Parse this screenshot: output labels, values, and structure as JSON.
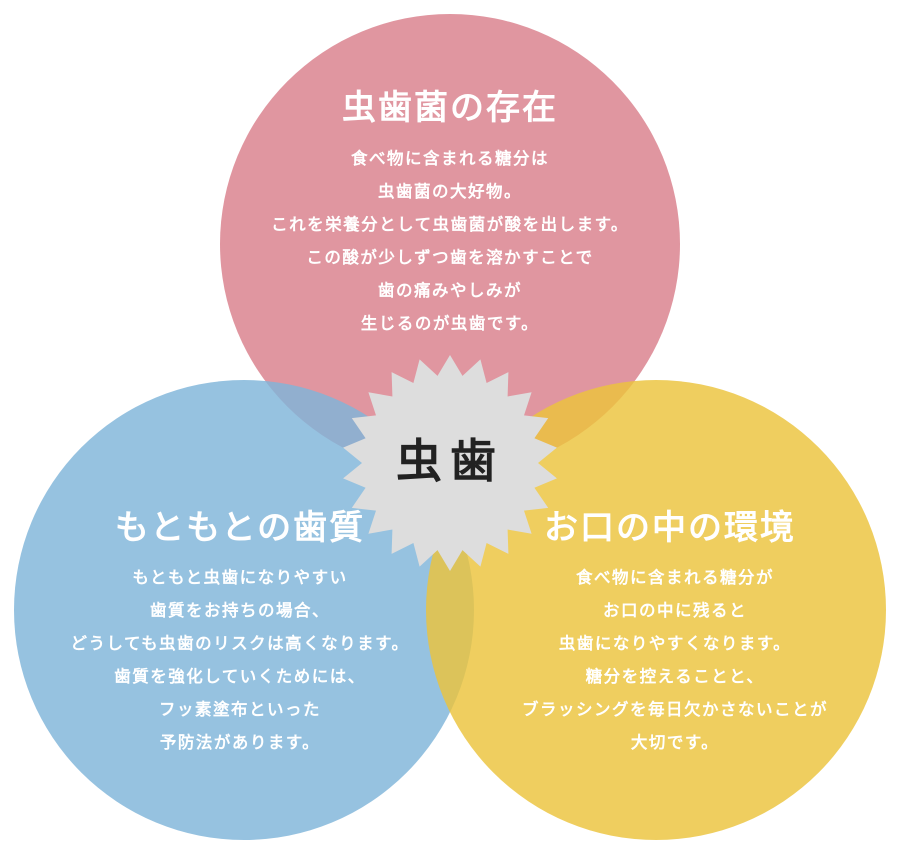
{
  "colors": {
    "top_circle": "#d97f8b",
    "left_circle": "#7fb5d9",
    "right_circle": "#ecc33c",
    "overlap_top_right": "#e07b3a",
    "center_badge": "#dddddd",
    "text_on_circle": "#ffffff",
    "center_text": "#222222"
  },
  "center": {
    "label": "虫歯"
  },
  "circles": {
    "top": {
      "title": "虫歯菌の存在",
      "lines": [
        "食べ物に含まれる糖分は",
        "虫歯菌の大好物。",
        "これを栄養分として虫歯菌が酸を出します。",
        "この酸が少しずつ歯を溶かすことで",
        "歯の痛みやしみが",
        "生じるのが虫歯です。"
      ]
    },
    "left": {
      "title": "もともとの歯質",
      "lines": [
        "もともと虫歯になりやすい",
        "歯質をお持ちの場合、",
        "どうしても虫歯のリスクは高くなります。",
        "歯質を強化していくためには、",
        "フッ素塗布といった",
        "予防法があります。"
      ]
    },
    "right": {
      "title": "お口の中の環境",
      "lines": [
        "食べ物に含まれる糖分が",
        "お口の中に残ると",
        "虫歯になりやすくなります。",
        "糖分を控えることと、",
        "ブラッシングを毎日欠かさないことが",
        "大切です。"
      ]
    }
  }
}
